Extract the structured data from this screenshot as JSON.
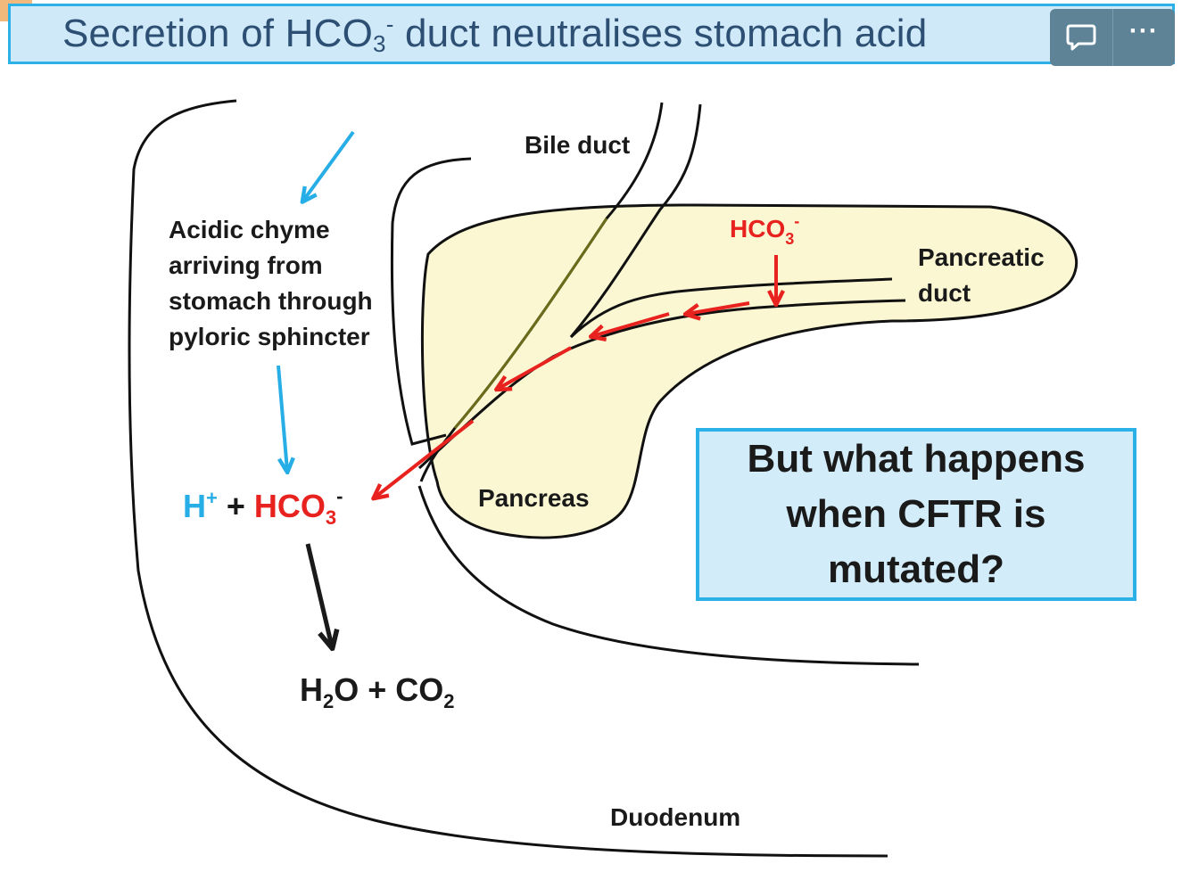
{
  "title": {
    "prefix": "Secretion of HCO",
    "sub": "3",
    "sup": "-",
    "suffix": " duct neutralises stomach acid"
  },
  "toolbar": {
    "comment_icon": "speech-bubble-icon",
    "more_icon": "more-dots-icon",
    "more_glyph": "···"
  },
  "labels": {
    "bile_duct": "Bile duct",
    "hco3_secreted_base": "HCO",
    "hco3_secreted_sub": "3",
    "hco3_secreted_sup": "-",
    "pancreatic_line1": "Pancreatic",
    "pancreatic_line2": "duct",
    "chyme_line1": "Acidic chyme",
    "chyme_line2": "arriving from",
    "chyme_line3": "stomach through",
    "chyme_line4": "pyloric sphincter",
    "h_plus_base": "H",
    "h_plus_sup": "+",
    "plus": " + ",
    "hco3_base": "HCO",
    "hco3_sub": "3",
    "hco3_sup": "-",
    "pancreas": "Pancreas",
    "water_h": "H",
    "water_sub": "2",
    "water_rest": "O + CO",
    "co2_sub": "2",
    "duodenum": "Duodenum"
  },
  "callout": {
    "text": "But what happens when CFTR is mutated?"
  },
  "colors": {
    "title_border": "#2bb1e8",
    "title_fill": "#d0e9f8",
    "title_text": "#2c4f73",
    "pancreas_fill": "#fbf7d3",
    "bicarbonate_arrow": "#e8231f",
    "chyme_arrow": "#27aee6",
    "bile_duct_inner": "#6b6b1a"
  }
}
